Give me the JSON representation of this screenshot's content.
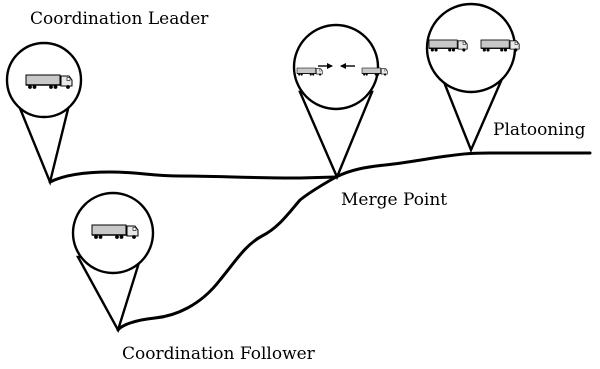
{
  "labels": {
    "coordination_leader": "Coordination Leader",
    "merge_point": "Merge Point",
    "platooning": "Platooning",
    "coordination_follower": "Coordination Follower"
  },
  "colors": {
    "stroke": "#000000",
    "truck_body": "#c8c8c8",
    "background": "#ffffff"
  },
  "icons": [
    "truck-icon",
    "arrow-right-icon",
    "arrow-left-icon"
  ]
}
